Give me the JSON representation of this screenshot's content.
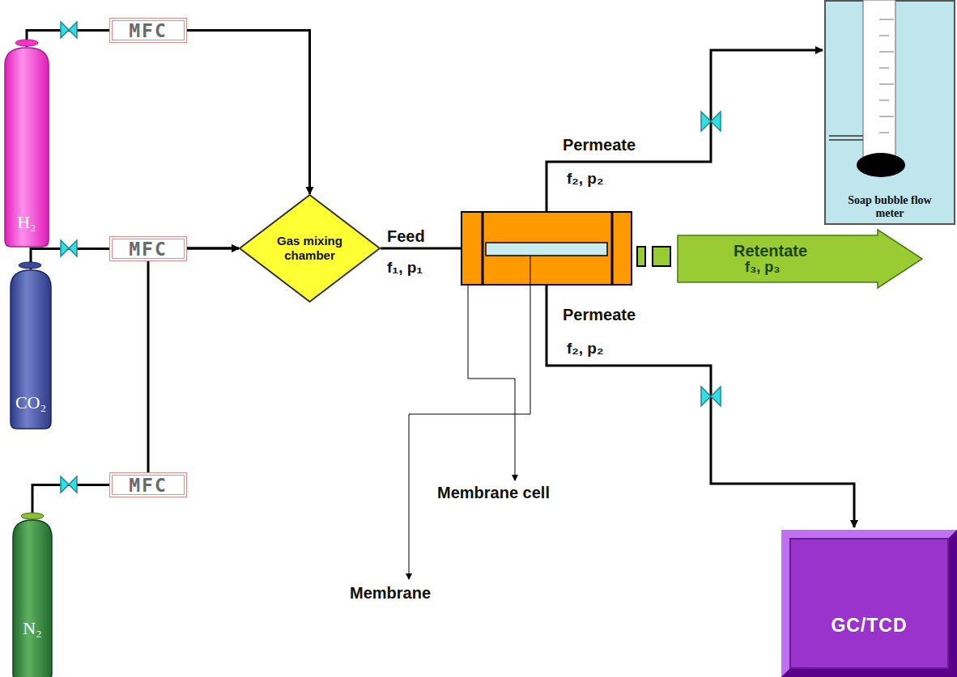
{
  "diagram": {
    "nodes": [
      {
        "text": [
          "H₂"
        ]
      },
      {
        "text": [
          "MFC"
        ]
      },
      {
        "text": [
          "CO₂"
        ]
      },
      {
        "text": [
          "MFC"
        ]
      },
      {
        "text": [
          "N₂"
        ]
      },
      {
        "text": [
          "MFC"
        ]
      },
      {
        "text": [
          "Gas mixing chamber"
        ]
      },
      {
        "text": [
          "Soap bubble flow meter"
        ]
      },
      {
        "text": [
          "Retentate",
          "f₃, p₃"
        ]
      },
      {
        "text": [
          "GC/TCD"
        ]
      }
    ],
    "edges": [
      {
        "from": 0,
        "to": 1,
        "arrow": "none"
      },
      {
        "from": 2,
        "to": 3,
        "arrow": "none"
      },
      {
        "from": 4,
        "to": 5,
        "arrow": "none"
      },
      {
        "from": 1,
        "to": 6,
        "arrow": "to"
      },
      {
        "from": 3,
        "to": 6,
        "arrow": "to"
      },
      {
        "from": 5,
        "to": 6,
        "arrow": "to"
      }
    ],
    "labels": [
      "Feed",
      "f₁, p₁",
      "Permeate",
      "f₂, p₂",
      "Permeate",
      "f₂, p₂",
      "Membrane cell",
      "Membrane"
    ]
  }
}
